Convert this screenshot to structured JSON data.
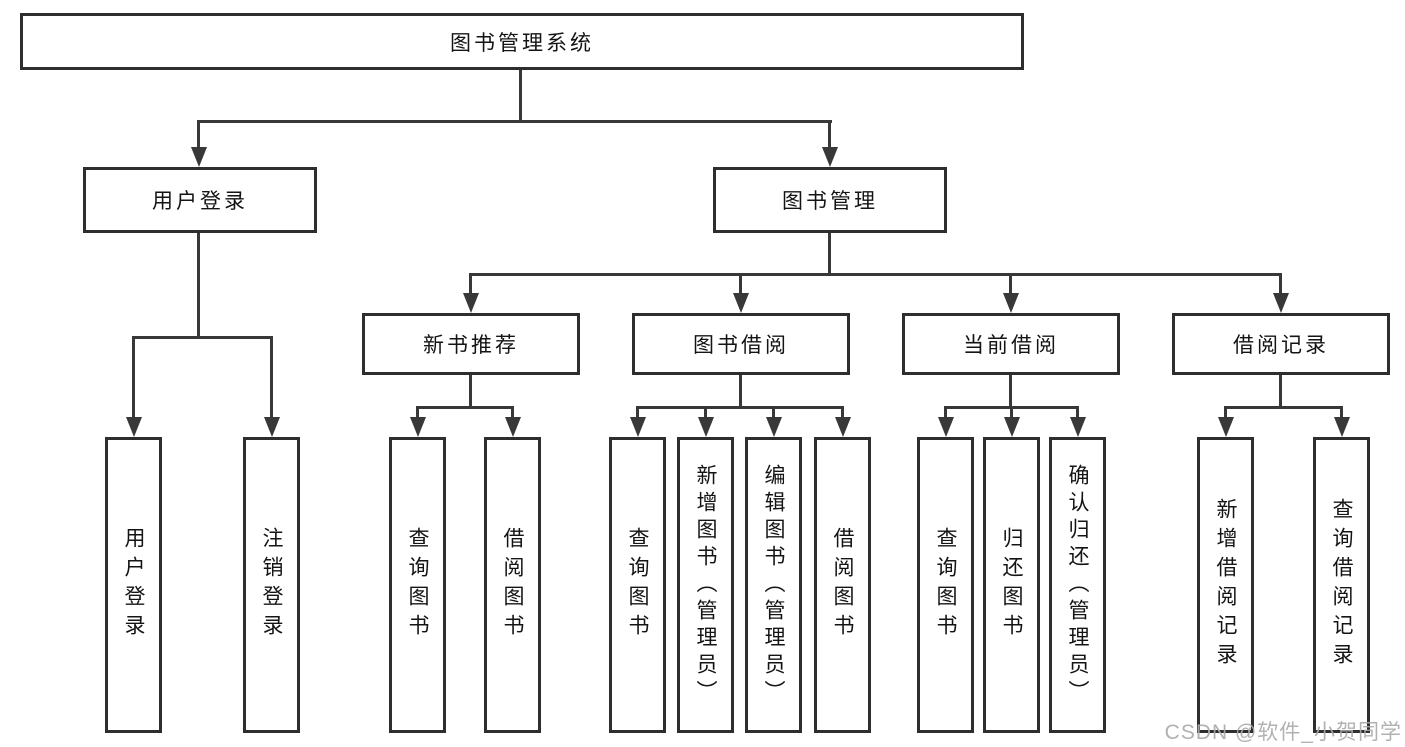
{
  "diagram": {
    "title_node": "图书管理系统",
    "level2": [
      "用户登录",
      "图书管理"
    ],
    "level3": [
      "新书推荐",
      "图书借阅",
      "当前借阅",
      "借阅记录"
    ],
    "leaves_user_login": [
      "用户登录",
      "注销登录"
    ],
    "leaves_new_books": [
      "查询图书",
      "借阅图书"
    ],
    "leaves_book_borrow": [
      "查询图书",
      "新增图书（管理员）",
      "编辑图书（管理员）",
      "借阅图书"
    ],
    "leaves_current_borrow": [
      "查询图书",
      "归还图书",
      "确认归还（管理员）"
    ],
    "leaves_borrow_records": [
      "新增借阅记录",
      "查询借阅记录"
    ]
  },
  "colors": {
    "line": "#383838",
    "box_border": "#2e2e2e",
    "text": "#141414",
    "watermark": "#ababab"
  },
  "watermark": "CSDN @软件_小贺同学"
}
